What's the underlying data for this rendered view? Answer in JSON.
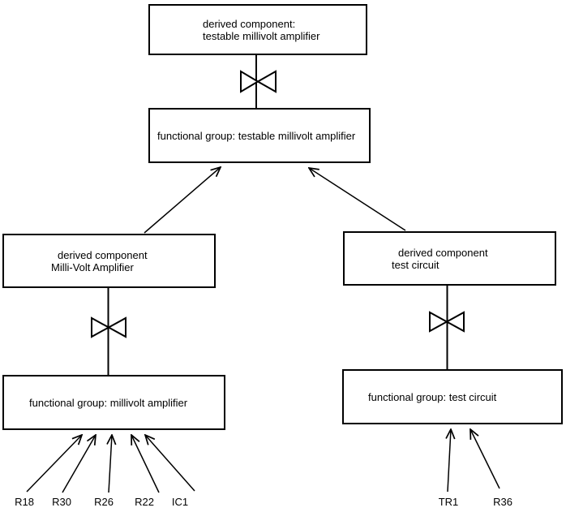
{
  "colors": {
    "line": "#000000",
    "background": "#ffffff",
    "node_fill": "#ffffff",
    "text": "#000000"
  },
  "nodes": {
    "derived_testable": {
      "line1": "derived component:",
      "line2": "testable millivolt amplifier"
    },
    "fg_testable": {
      "line1": "functional group: testable millivolt amplifier"
    },
    "derived_mv": {
      "line1": "derived component",
      "line2": "Milli-Volt Amplifier"
    },
    "fg_mv": {
      "line1": "functional group: millivolt amplifier"
    },
    "derived_test": {
      "line1": "derived component",
      "line2": "test circuit"
    },
    "fg_test": {
      "line1": "functional group: test circuit"
    }
  },
  "components": {
    "r18": "R18",
    "r30": "R30",
    "r26": "R26",
    "r22": "R22",
    "ic1": "IC1",
    "tr1": "TR1",
    "r36": "R36"
  }
}
